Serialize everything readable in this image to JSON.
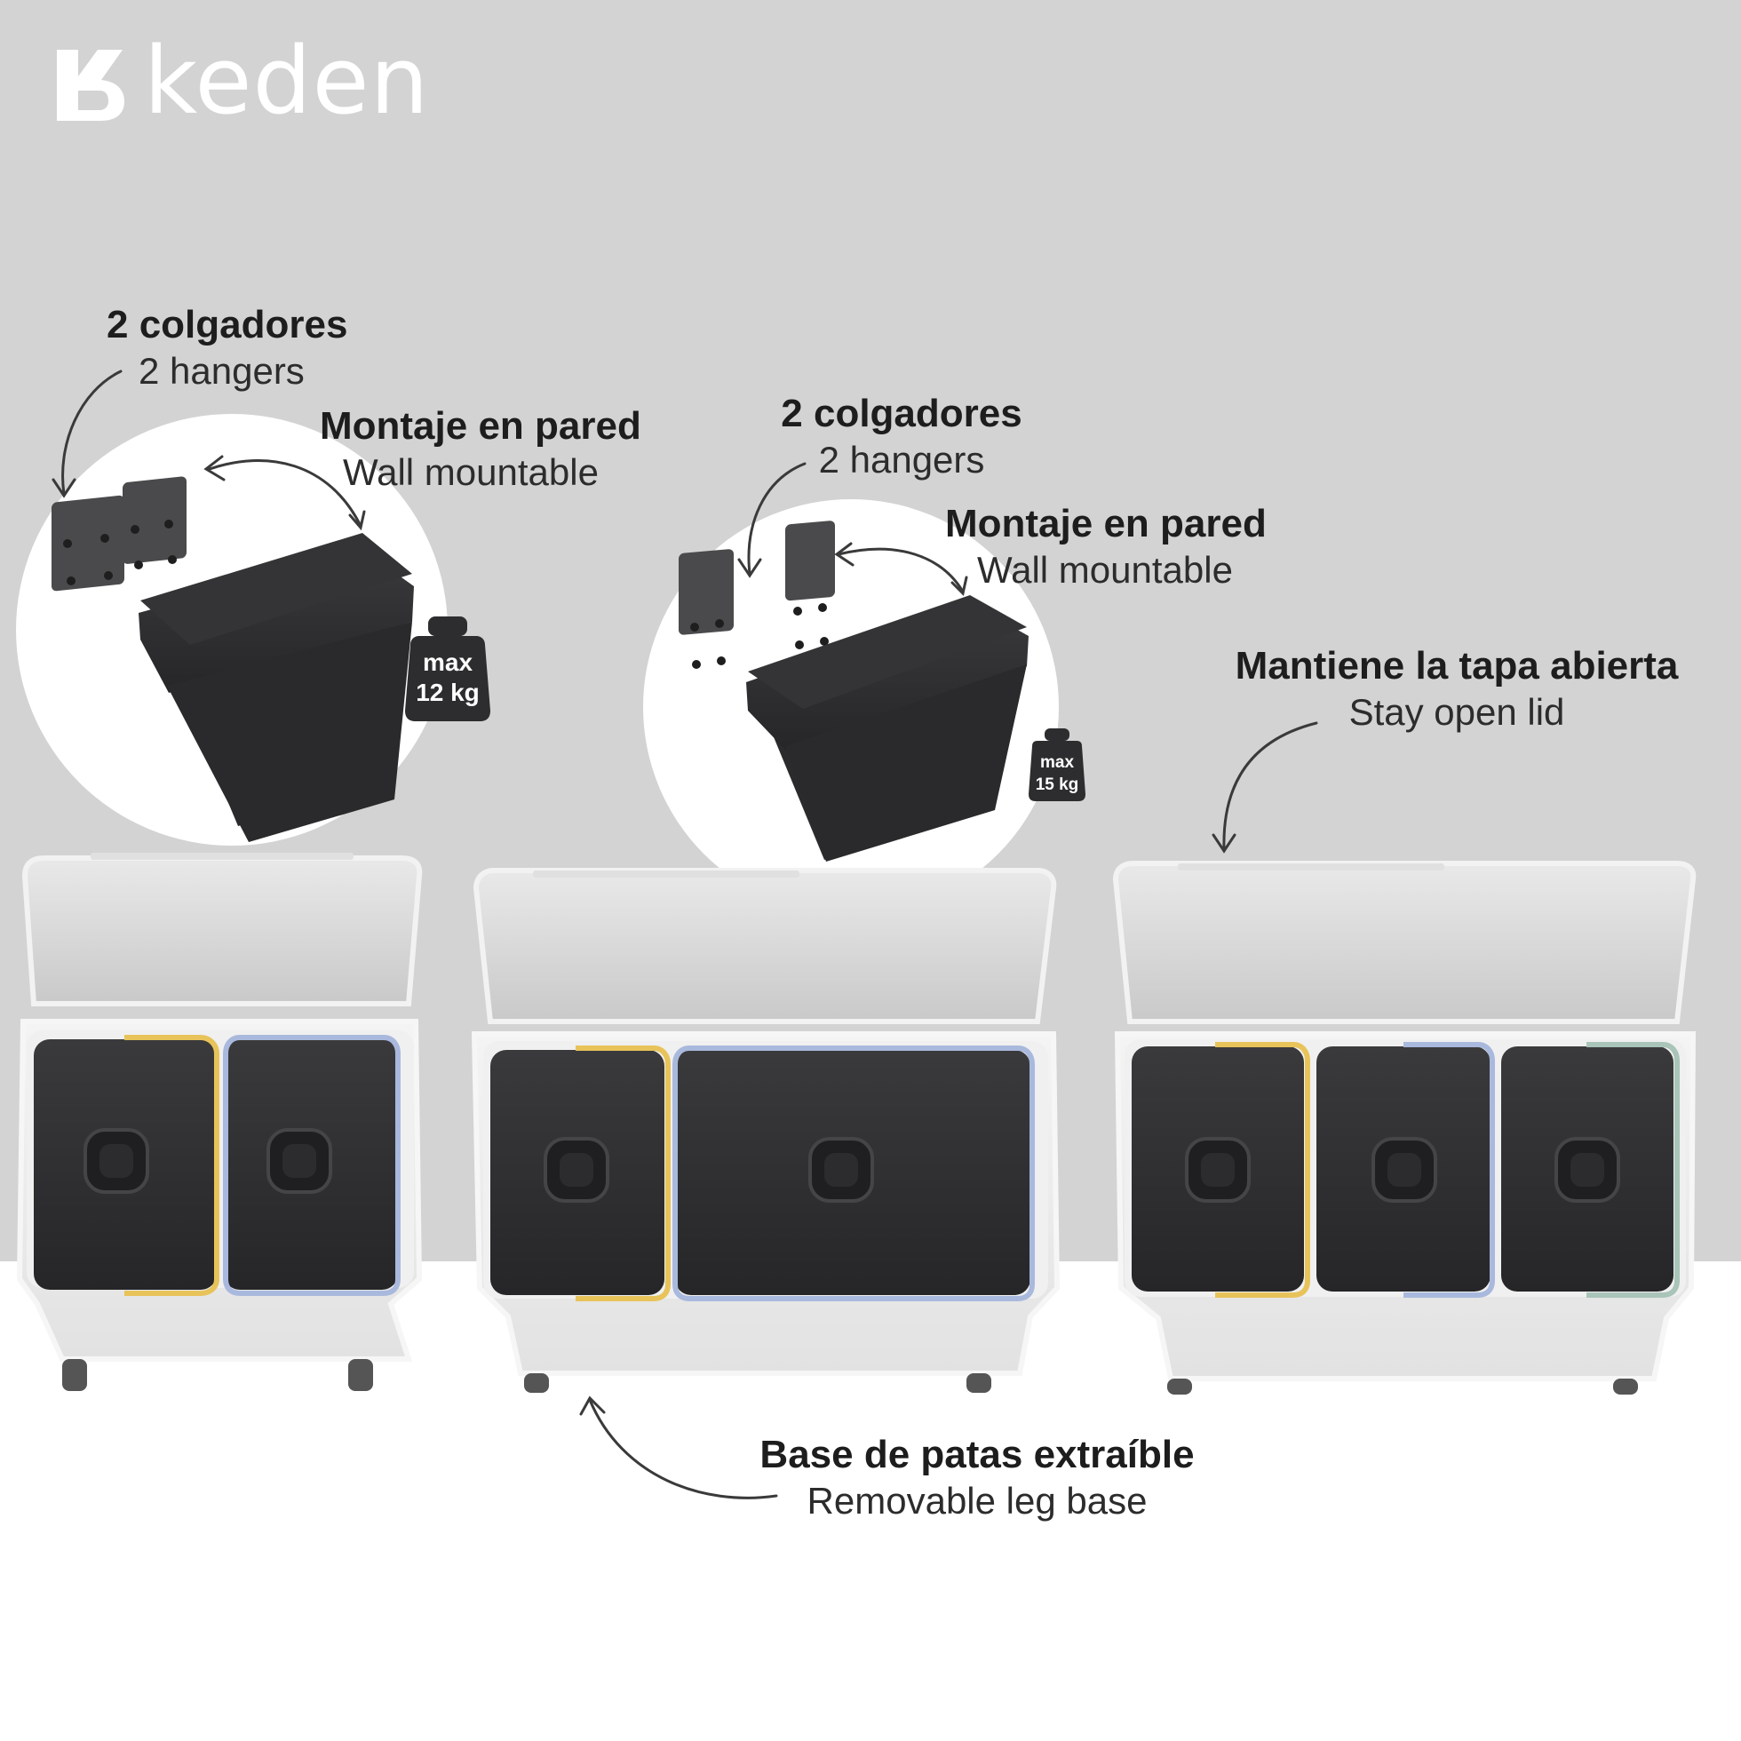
{
  "brand": {
    "name": "keden"
  },
  "callouts": {
    "hangers_small": {
      "es": "2 colgadores",
      "en": "2 hangers"
    },
    "wall_small": {
      "es": "Montaje en pared",
      "en": "Wall mountable"
    },
    "hangers_large": {
      "es": "2 colgadores",
      "en": "2 hangers"
    },
    "wall_large": {
      "es": "Montaje en pared",
      "en": "Wall mountable"
    },
    "lid": {
      "es": "Mantiene la tapa abierta",
      "en": "Stay open lid"
    },
    "legs": {
      "es": "Base de patas extraíble",
      "en": "Removable leg base"
    }
  },
  "weights": {
    "small": {
      "line1": "max",
      "line2": "12 kg"
    },
    "large": {
      "line1": "max",
      "line2": "15 kg"
    }
  },
  "colors": {
    "wall": "#d3d3d3",
    "floor": "#ffffff",
    "bin_dark": "#2e2e30",
    "yellow": "#e8c35a",
    "blue": "#a9b9dd",
    "green": "#a9c4b8"
  },
  "icons": [
    "keden-logo-icon",
    "weight-icon",
    "curved-arrow-icon",
    "wall-hanger-icon",
    "waste-bin-icon"
  ]
}
